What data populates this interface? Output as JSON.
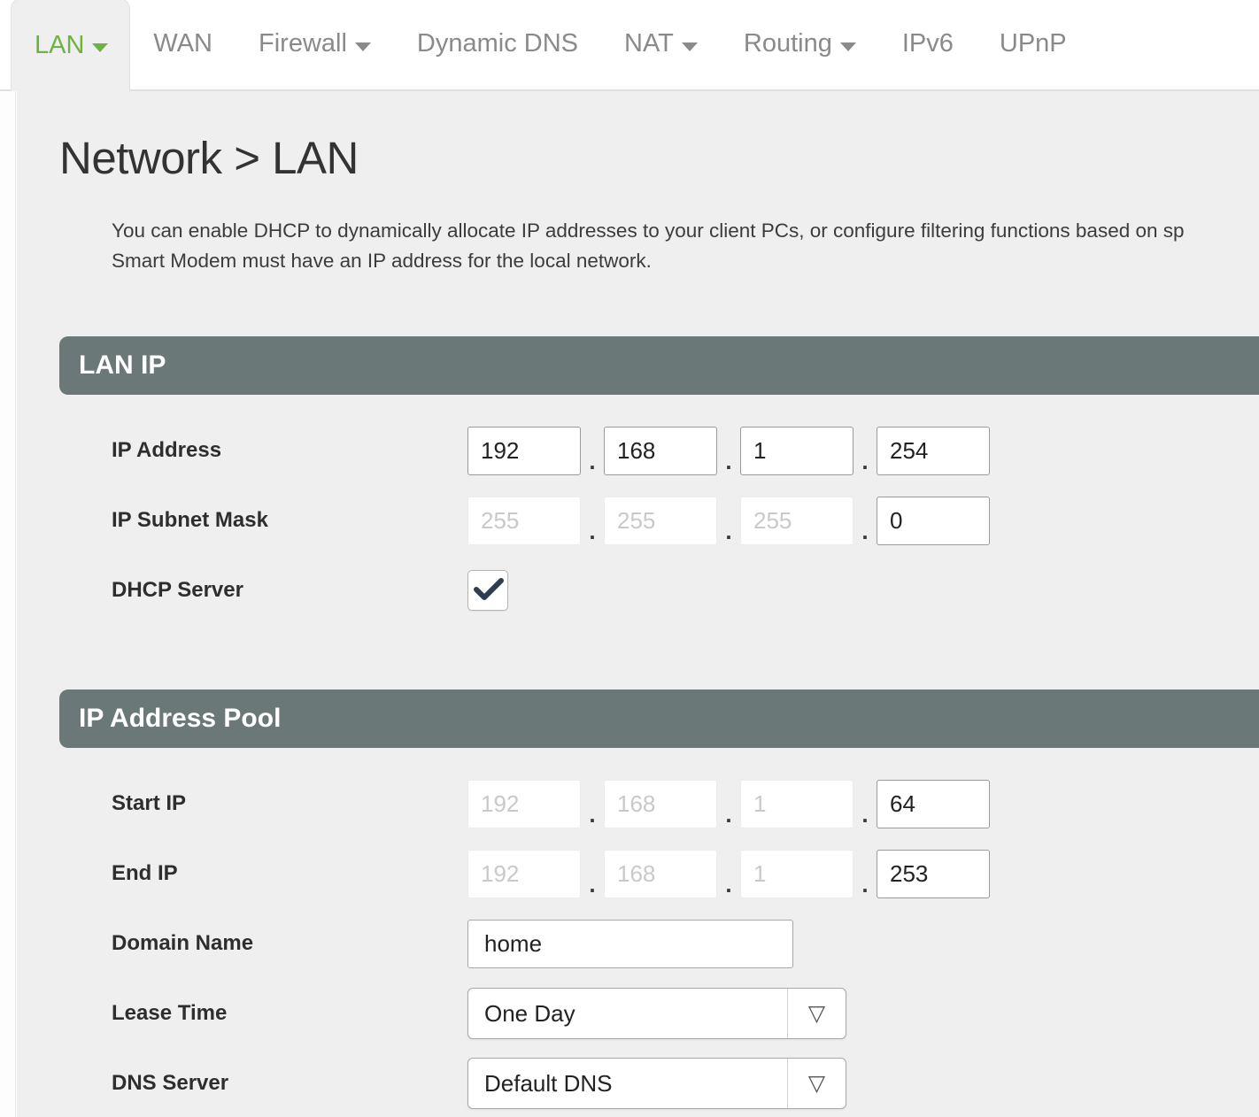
{
  "nav": {
    "tabs": [
      {
        "label": "LAN",
        "active": true,
        "has_caret": true
      },
      {
        "label": "WAN",
        "active": false,
        "has_caret": false
      },
      {
        "label": "Firewall",
        "active": false,
        "has_caret": true
      },
      {
        "label": "Dynamic DNS",
        "active": false,
        "has_caret": false
      },
      {
        "label": "NAT",
        "active": false,
        "has_caret": true
      },
      {
        "label": "Routing",
        "active": false,
        "has_caret": true
      },
      {
        "label": "IPv6",
        "active": false,
        "has_caret": false
      },
      {
        "label": "UPnP",
        "active": false,
        "has_caret": false
      }
    ],
    "active_color": "#6eb244",
    "inactive_color": "#8a8a8a"
  },
  "page": {
    "title": "Network > LAN",
    "intro_line1": "You can enable DHCP to dynamically allocate IP addresses to your client PCs, or configure filtering functions based on sp",
    "intro_line2": "Smart Modem must have an IP address for the local network."
  },
  "sections": {
    "lan_ip": {
      "heading": "LAN IP",
      "heading_bg": "#6b7878",
      "ip_address": {
        "label": "IP Address",
        "octets": [
          "192",
          "168",
          "1",
          "254"
        ],
        "disabled": [
          false,
          false,
          false,
          false
        ]
      },
      "subnet_mask": {
        "label": "IP Subnet Mask",
        "octets": [
          "255",
          "255",
          "255",
          "0"
        ],
        "disabled": [
          true,
          true,
          true,
          false
        ]
      },
      "dhcp_server": {
        "label": "DHCP Server",
        "checked": true,
        "check_color": "#2c3e50"
      }
    },
    "ip_address_pool": {
      "heading": "IP Address Pool",
      "heading_bg": "#6b7878",
      "start_ip": {
        "label": "Start IP",
        "octets": [
          "192",
          "168",
          "1",
          "64"
        ],
        "disabled": [
          true,
          true,
          true,
          false
        ]
      },
      "end_ip": {
        "label": "End IP",
        "octets": [
          "192",
          "168",
          "1",
          "253"
        ],
        "disabled": [
          true,
          true,
          true,
          false
        ]
      },
      "domain_name": {
        "label": "Domain Name",
        "value": "home"
      },
      "lease_time": {
        "label": "Lease Time",
        "value": "One Day"
      },
      "dns_server": {
        "label": "DNS Server",
        "value": "Default DNS"
      }
    }
  },
  "separator": "."
}
